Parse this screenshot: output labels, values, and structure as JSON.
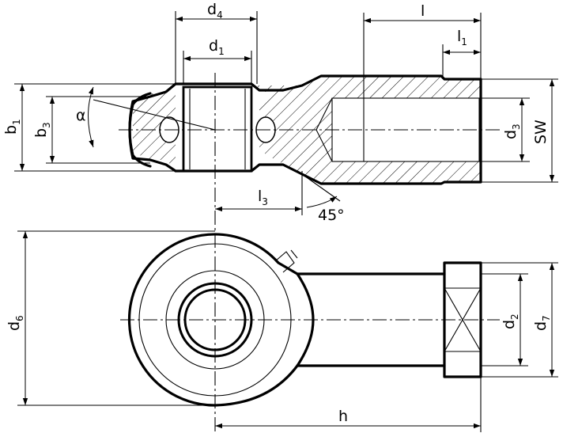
{
  "labels": {
    "d4": {
      "main": "d",
      "sub": "4"
    },
    "d1": {
      "main": "d",
      "sub": "1"
    },
    "l": {
      "main": "l",
      "sub": ""
    },
    "l1": {
      "main": "l",
      "sub": "1"
    },
    "b1": {
      "main": "b",
      "sub": "1"
    },
    "b3": {
      "main": "b",
      "sub": "3"
    },
    "alpha": "α",
    "d3": {
      "main": "d",
      "sub": "3"
    },
    "SW": "SW",
    "l3": {
      "main": "l",
      "sub": "3"
    },
    "angle45": "45°",
    "d6": {
      "main": "d",
      "sub": "6"
    },
    "d2": {
      "main": "d",
      "sub": "2"
    },
    "d7": {
      "main": "d",
      "sub": "7"
    },
    "h": "h"
  }
}
